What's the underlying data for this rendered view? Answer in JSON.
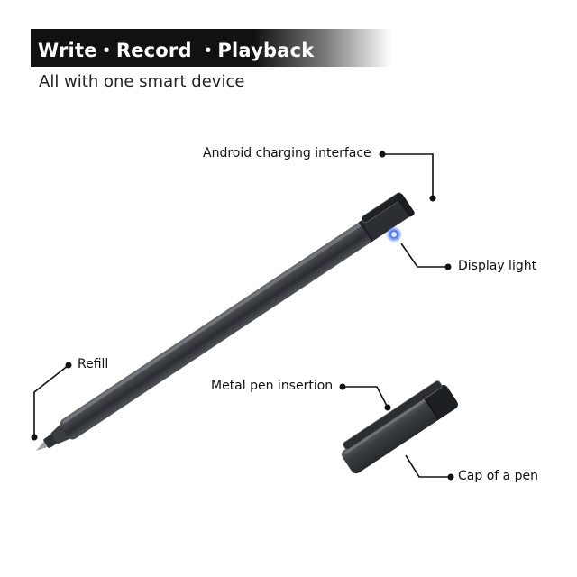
{
  "banner": {
    "text": "Write・Record ・Playback"
  },
  "subtitle": "All with one smart device",
  "callouts": {
    "charging": "Android charging interface",
    "display_light": "Display light",
    "refill": "Refill",
    "metal_insertion": "Metal pen insertion",
    "cap": "Cap of a pen"
  },
  "colors": {
    "banner": "#111111",
    "pen_body": "#3a3d41",
    "indicator": "#3f6dff",
    "leader": "#111111"
  }
}
